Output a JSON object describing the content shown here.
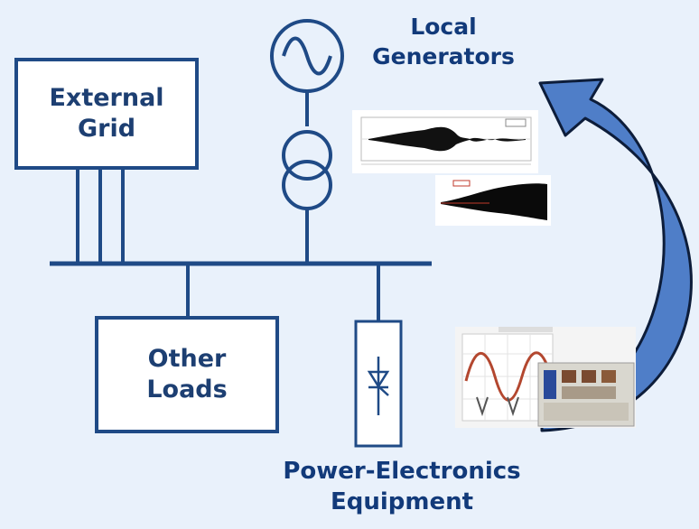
{
  "diagram": {
    "external_grid": "External\nGrid",
    "other_loads": "Other\nLoads",
    "local_generators_line1": "Local",
    "local_generators_line2": "Generators",
    "power_electronics_line1": "Power-Electronics",
    "power_electronics_line2": "Equipment"
  },
  "colors": {
    "background": "#e9f1fb",
    "line": "#1f4a86",
    "text": "#1d3f72",
    "arrow_fill": "#4f7ec8",
    "arrow_stroke": "#0d1d3a"
  }
}
